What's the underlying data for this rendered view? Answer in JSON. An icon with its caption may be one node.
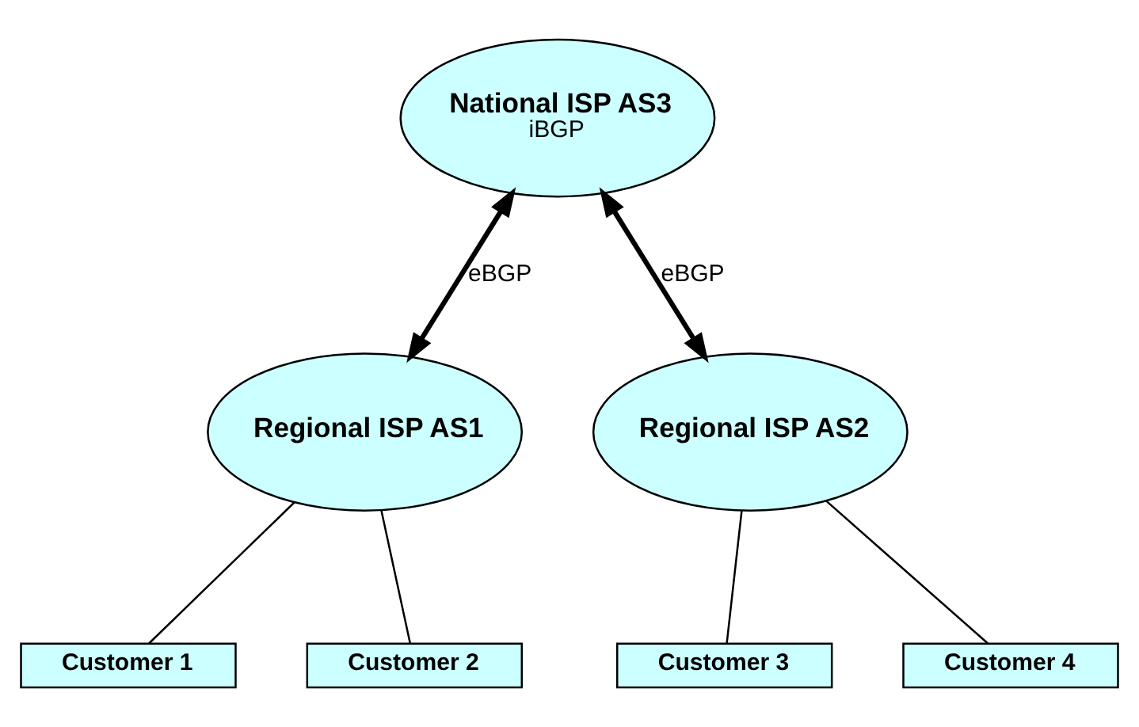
{
  "diagram": {
    "nodes": [
      {
        "text": [
          "National ISP AS3",
          "iBGP"
        ]
      },
      {
        "text": [
          "Regional ISP AS1"
        ]
      },
      {
        "text": [
          "Regional ISP AS2"
        ]
      },
      {
        "text": [
          "Customer 1"
        ]
      },
      {
        "text": [
          "Customer 2"
        ]
      },
      {
        "text": [
          "Customer 3"
        ]
      },
      {
        "text": [
          "Customer 4"
        ]
      }
    ],
    "edges": [
      {
        "from": 0,
        "to": 1,
        "arrow": "both",
        "label": "eBGP",
        "style": "thick"
      },
      {
        "from": 0,
        "to": 2,
        "arrow": "both",
        "label": "eBGP",
        "style": "thick"
      },
      {
        "from": 1,
        "to": 3,
        "arrow": "none"
      },
      {
        "from": 1,
        "to": 4,
        "arrow": "none"
      },
      {
        "from": 2,
        "to": 5,
        "arrow": "none"
      },
      {
        "from": 2,
        "to": 6,
        "arrow": "none"
      }
    ]
  }
}
